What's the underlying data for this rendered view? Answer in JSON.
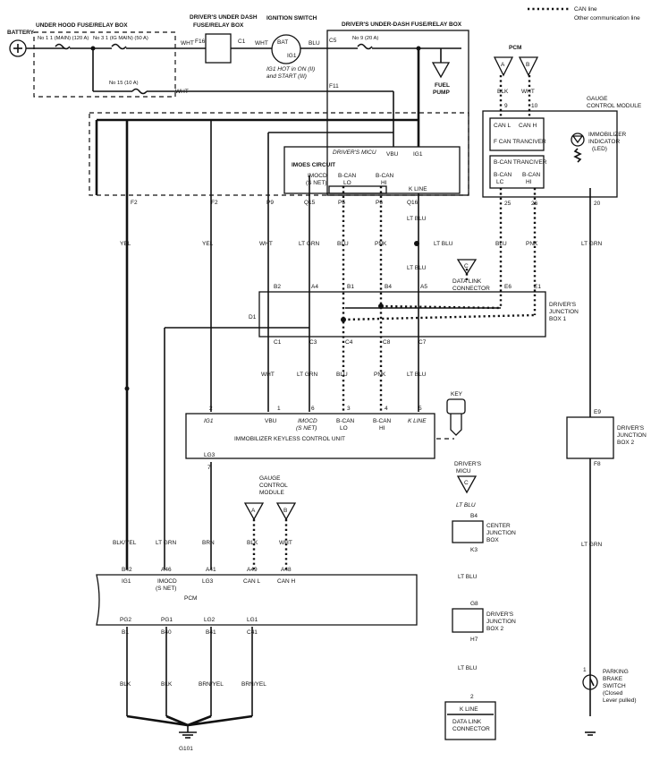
{
  "legend": {
    "can_line": "CAN line",
    "other_line": "Other communication line"
  },
  "components": {
    "battery": "BATTERY",
    "under_hood_box": "UNDER HOOD FUSE/RELAY BOX",
    "fuse_11": "No 1 1 (MAIN) (120 A)",
    "fuse_31": "No 3 1 (IG MAIN) (50 A)",
    "fuse_15": "No 15 (10 A)",
    "dash_box_1": [
      "DRIVER'S UNDER DASH",
      "FUSE/RELAY BOX"
    ],
    "ign_switch": "IGNITION SWITCH",
    "ign_bat": "BAT",
    "ign_ig1": "IG1",
    "ign_note": [
      "IG1 HOT in ON (II)",
      "and START (III)"
    ],
    "dash_box_2": "DRIVER'S UNDER-DASH FUSE/RELAY BOX",
    "fuse_9": "No 9 (20 A)",
    "fuel_pump": [
      "FUEL",
      "PUMP"
    ],
    "drivers_micu": "DRIVER'S MICU",
    "imoes": "IMOES CIRCUIT",
    "imocd_top": [
      "IMOCD",
      "(S NET)"
    ],
    "bcan_lo_top": [
      "B-CAN",
      "LO"
    ],
    "bcan_hi_top": [
      "B-CAN",
      "HI"
    ],
    "kline_top": "K LINE",
    "vbu": "VBU",
    "ig1_top": "IG1",
    "pcm_top": "PCM",
    "canl": "CAN L",
    "canh": "CAN H",
    "gauge_module": [
      "GAUGE",
      "CONTROL MODULE"
    ],
    "f_can": "F CAN TRANCIVER",
    "b_can": "B-CAN TRANCIVER",
    "gcm_lc": [
      "B-CAN",
      "LC"
    ],
    "gcm_hi": [
      "B-CAN",
      "HI"
    ],
    "immob_ind": [
      "IMMOBILIZER",
      "INDICATOR",
      "(LED)"
    ],
    "data_link": [
      "DATA LINK",
      "CONNECTOR"
    ],
    "djb1": [
      "DRIVER'S",
      "JUNCTION",
      "BOX 1"
    ],
    "key": "KEY",
    "ikcu": "IMMOBILIZER KEYLESS CONTROL UNIT",
    "ikcu_ig1": "IG1",
    "ikcu_vbu": "VBU",
    "ikcu_imocd": [
      "IMOCD",
      "(S NET)"
    ],
    "ikcu_lo": [
      "B-CAN",
      "LO"
    ],
    "ikcu_hi": [
      "B-CAN",
      "HI"
    ],
    "ikcu_kline": "K LINE",
    "ikcu_lg3": "LG3",
    "djb2_right": [
      "DRIVER'S",
      "JUNCTION",
      "BOX 2"
    ],
    "micu_small": [
      "DRIVER'S",
      "MICU"
    ],
    "cjb": [
      "CENTER",
      "JUNCTION",
      "BOX"
    ],
    "djb2_small": [
      "DRIVER'S",
      "JUNCTION",
      "BOX 2"
    ],
    "dlc_kline": "K LINE",
    "dlc": [
      "DATA LINK",
      "CONNECTOR"
    ],
    "gcm_small": [
      "GAUGE",
      "CONTROL",
      "MODULE"
    ],
    "pcm": "PCM",
    "pcm_ig1": "IG1",
    "pcm_imocd": [
      "IMOCD",
      "(S NET)"
    ],
    "pcm_lg3": "LG3",
    "pcm_canl": "CAN L",
    "pcm_canh": "CAN H",
    "pcm_pg2": "PG2",
    "pcm_pg1": "PG1",
    "pcm_lg2": "LG2",
    "pcm_lg1": "LG1",
    "ground": "G101",
    "parking": [
      "PARKING",
      "BRAKE",
      "SWITCH",
      "(Closed",
      "Lever pulled)"
    ]
  },
  "connectors": {
    "c1": "C1",
    "c5": "C5",
    "f16": "F16",
    "f11": "F11",
    "p9": "P9",
    "q15": "Q15",
    "p5": "P5",
    "p6": "P6",
    "q16": "Q16",
    "f2a": "F2",
    "f2b": "F2",
    "pcm9": "9",
    "pcm10": "10",
    "g25": "25",
    "g26": "26",
    "g20": "20",
    "b2": "B2",
    "a4": "A4",
    "b1": "B1",
    "b4": "B4",
    "a5": "A5",
    "e6": "E6",
    "e1": "E1",
    "d1": "D1",
    "c1b": "C1",
    "c3": "C3",
    "c4": "C4",
    "c8": "C8",
    "c7": "C7",
    "k2": "2",
    "k1": "1",
    "k6": "6",
    "k3": "3",
    "k4": "4",
    "k5": "5",
    "k7": "7",
    "e9": "E9",
    "f8": "F8",
    "b42": "B42",
    "a46": "A46",
    "a41": "A41",
    "a49": "A49",
    "a48": "A48",
    "b1p": "B1",
    "b40": "B40",
    "b41": "B41",
    "c41": "C41",
    "b4c": "B4",
    "k3c": "K3",
    "g8": "G8",
    "h7": "H7",
    "dlc2": "2",
    "ps1": "1"
  },
  "wires": {
    "wht1": "WHT",
    "wht2": "WHT",
    "wht3": "WHT",
    "blu": "BLU",
    "yel1": "YEL",
    "yel2": "YEL",
    "wht_c": "WHT",
    "ltgrn_c": "LT GRN",
    "blu_c": "BLU",
    "pnk_c": "PNK",
    "ltblu_1": "LT BLU",
    "ltblu_2": "LT BLU",
    "ltblu_3": "LT BLU",
    "blu_r": "BLU",
    "pnk_r": "PNK",
    "ltgrn_r": "LT GRN",
    "blk_t": "BLK",
    "wht_t": "WHT",
    "wht_d": "WHT",
    "ltgrn_d": "LT GRN",
    "blu_d": "BLU",
    "pnk_d": "PNK",
    "ltblu_d": "LT BLU",
    "blkyel": "BLK/YEL",
    "ltgrn_p": "LT GRN",
    "brn": "BRN",
    "blk_p": "BLK",
    "wht_p": "WHT",
    "ltblu_s1": "LT BLU",
    "ltblu_s2": "LT BLU",
    "ltblu_s3": "LT BLU",
    "ltgrn_s": "LT GRN",
    "blk_g1": "BLK",
    "blk_g2": "BLK",
    "brnyel1": "BRN/YEL",
    "brnyel2": "BRN/YEL"
  },
  "offpage": {
    "a": "A",
    "b": "B",
    "c": "C"
  }
}
